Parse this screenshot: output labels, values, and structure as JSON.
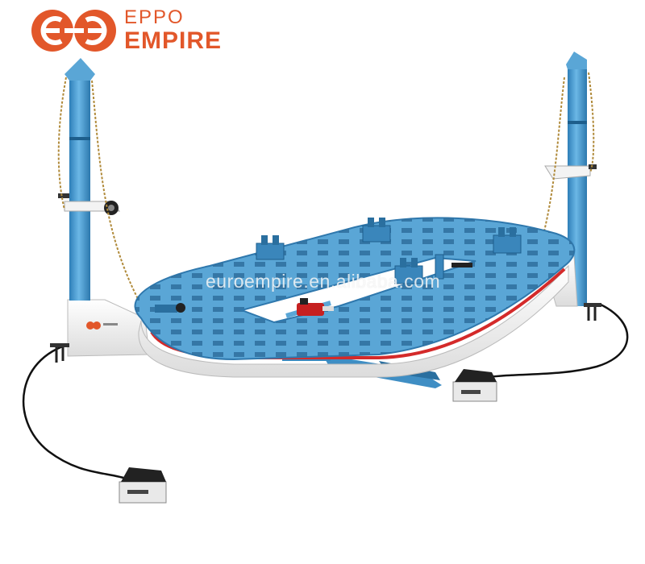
{
  "brand": {
    "line1": "EPPO",
    "line2": "EMPIRE",
    "accent_color": "#e2572a",
    "icon": "eppo-empire-logo-mark"
  },
  "watermark": "euroempire.en.alibaba.com",
  "product": {
    "frame_color": "#5aa6d6",
    "stripe_color": "#d42a2a",
    "pillar_color": "#4a98cc",
    "base_color": "#f2f2f2"
  }
}
